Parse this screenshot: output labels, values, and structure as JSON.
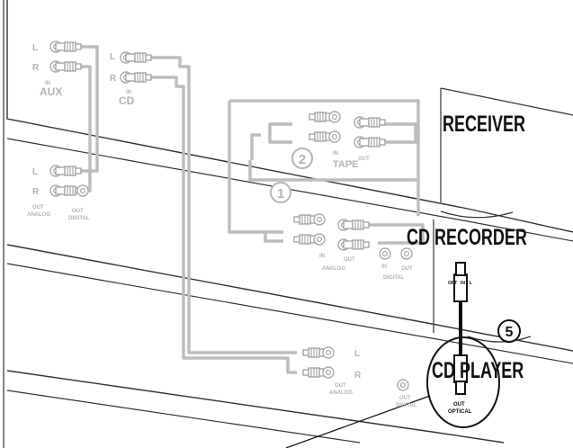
{
  "devices": {
    "receiver": "RECEIVER",
    "cd_recorder": "CD RECORDER",
    "cd_player": "CD PLAYER"
  },
  "labels": {
    "L": "L",
    "R": "R",
    "IN": "IN",
    "OUT": "OUT",
    "AUX": "AUX",
    "CD": "CD",
    "TAPE": "TAPE",
    "ANALOG": "ANALOG",
    "DIGITAL": "DIGITAL",
    "OPTICAL": "OPTICAL",
    "OPTICAL_L": "OPTICAL",
    "OPT_IN_L": "OPT",
    "OPT_IN_R": "IN"
  },
  "callouts": {
    "one": "1",
    "two": "2",
    "five": "5"
  }
}
